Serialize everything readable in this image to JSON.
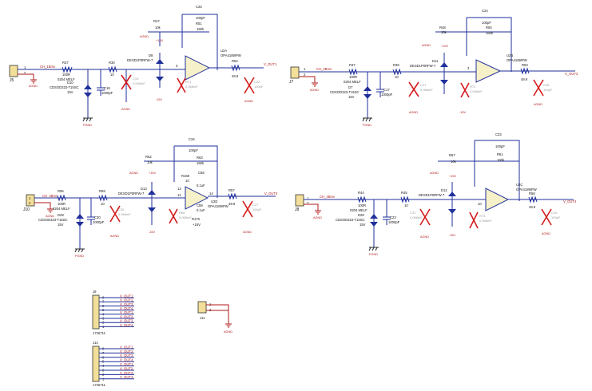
{
  "colors": {
    "wire": "#1f2f9b",
    "net": "#b01818",
    "dnp": "#d41c1c",
    "body": "#f2df9a"
  },
  "channels": [
    {
      "id": "ch1",
      "connector": "J5",
      "input_net": "CH_1Bmv",
      "r_series": "R37",
      "r_series_val": "100R",
      "r_series_pkg": "0204 MELF",
      "tvs": "D10",
      "tvs_part": "CDSOD323-T15SC",
      "tvs_v": "15V",
      "cap": "C18",
      "cap_val": "1000pF",
      "r_in": "R30",
      "r_in_val": "10",
      "dnp_cap": "C19",
      "dnp_cap_val": "0.068mF",
      "diode": "D8",
      "diode_part": "DESD1P0RFW-7",
      "amp": "U2A",
      "amp_part": "OPA4189IPW",
      "r_gnd": "R47",
      "r_gnd_val": "10k",
      "r_fb1": "R51",
      "r_fb1_val": "160k",
      "c_fb": "C25",
      "c_fb_val": "100pF",
      "r_out": "R54",
      "r_out_val": "49.9",
      "out_net": "V_OUT1",
      "dnp_out": "C22",
      "dnp_out_val": "100pF",
      "dnp_mid": "R71",
      "dnp_mid_val": "0.068mF"
    },
    {
      "id": "ch2",
      "connector": "J7",
      "input_net": "CH_2Bmv",
      "r_series": "R37",
      "r_series_val": "100R",
      "r_series_pkg": "0204 MELF",
      "tvs": "D7",
      "tvs_part": "CDSOD323-T15SC",
      "tvs_v": "15V",
      "cap": "C17",
      "cap_val": "1000pF",
      "r_in": "R38",
      "r_in_val": "10",
      "dnp_cap": "C21",
      "dnp_cap_val": "0.068mF",
      "diode": "D11",
      "diode_part": "DESD1P0RFW-7",
      "amp": "U2B",
      "amp_part": "OPA4189IPW",
      "r_gnd": "R48",
      "r_gnd_val": "10k",
      "r_fb1": "R50",
      "r_fb1_val": "160k",
      "c_fb": "C24",
      "c_fb_val": "100pF",
      "r_out": "R53",
      "r_out_val": "49.9",
      "out_net": "V_OUT2",
      "dnp_out": "C28",
      "dnp_out_val": "100pF",
      "dnp_mid": "R72",
      "dnp_mid_val": "0.068mF"
    },
    {
      "id": "ch3",
      "connector": "J10",
      "input_net": "CH_3Bmv",
      "r_series": "R55",
      "r_series_val": "100R",
      "r_series_pkg": "0204 MELF",
      "tvs": "D29",
      "tvs_part": "CDSOD323-T15SC",
      "tvs_v": "15V",
      "cap": "C30",
      "cap_val": "1000pF",
      "r_in": "R59",
      "r_in_val": "10",
      "dnp_cap": "C26",
      "dnp_cap_val": "0.068mF",
      "diode": "D13",
      "diode_part": "DESD1P0RFW-7",
      "amp": "U2D",
      "amp_part": "OPA4189IPW",
      "r_gnd": "R62",
      "r_gnd_val": "10k",
      "r_fb1": "R63",
      "r_fb1_val": "160k",
      "c_fb": "C34",
      "c_fb_val": "100pF",
      "r_out": "R57",
      "r_out_val": "49.9",
      "out_net": "V_OUT3",
      "dnp_out": "C27",
      "dnp_out_val": "100pF",
      "dnp_mid": "R68",
      "dnp_mid_val": "0.068mF",
      "extra_r": "R169",
      "extra_r_val": "10",
      "extra_c1": "C58",
      "extra_c1_val": "0.1uF",
      "extra_c2": "C59",
      "extra_c2_val": "0.1uF",
      "extra_r2": "R170",
      "extra_r2_val": "+15V"
    },
    {
      "id": "ch4",
      "connector": "J8",
      "input_net": "CH_4Bmv",
      "r_series": "R44",
      "r_series_val": "100R",
      "r_series_pkg": "0204 MELF",
      "tvs": "D28",
      "tvs_part": "CDSOD323-T15SC",
      "tvs_v": "15V",
      "cap": "C23",
      "cap_val": "1000pF",
      "r_in": "R45",
      "r_in_val": "10",
      "dnp_cap": "C31",
      "dnp_cap_val": "0.068mF",
      "diode": "D12",
      "diode_part": "DESD1P0RFW-7",
      "amp": "U2C",
      "amp_part": "OPA4189IPW",
      "r_gnd": "R67",
      "r_gnd_val": "10k",
      "r_fb1": "R61",
      "r_fb1_val": "160k",
      "c_fb": "C33",
      "c_fb_val": "100pF",
      "r_out": "R58",
      "r_out_val": "49.9",
      "out_net": "V_OUT4",
      "dnp_out": "C29",
      "dnp_out_val": "100pF",
      "dnp_mid": "R73",
      "dnp_mid_val": "0.068mF"
    }
  ],
  "labels": {
    "agnd": "AGND",
    "pgnd": "PGND",
    "vpos": "+15V",
    "vneg": "-15V",
    "pin1": "1",
    "pin2": "2",
    "pin3": "3",
    "pin10": "10",
    "pin12": "12",
    "pin13": "13",
    "pin14": "14"
  },
  "bottom": {
    "j9": "J9",
    "j9_part": "1725711",
    "j14": "J14",
    "j14_part": "1725711",
    "j11": "J11",
    "pins": [
      "8",
      "7",
      "6",
      "5",
      "4",
      "3",
      "2",
      "1"
    ],
    "nets": [
      "V_OUT1",
      "V_OUT2",
      "V_OUT3",
      "V_OUT4",
      "V_OUT1",
      "V_OUT2",
      "V_OUT3",
      "V_OUT4"
    ],
    "j11_pins": [
      "1",
      "2"
    ],
    "j11_gnd": "AGND"
  }
}
